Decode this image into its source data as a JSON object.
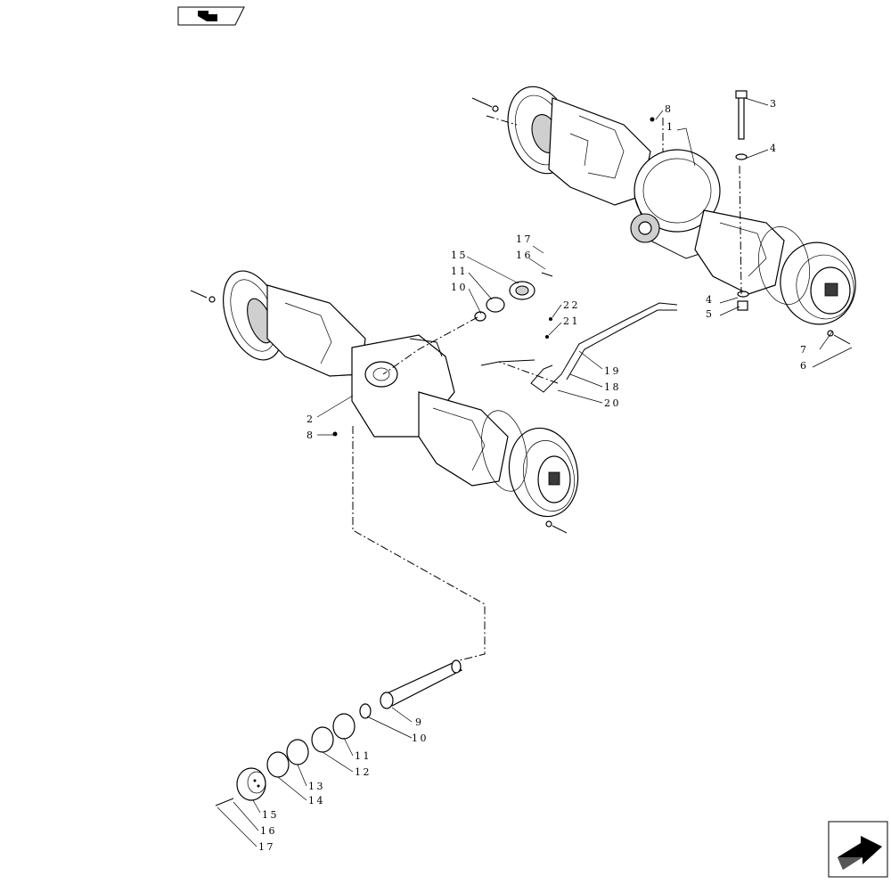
{
  "callouts": {
    "c1": "1",
    "c2": "2",
    "c3": "3",
    "c4a": "4",
    "c4b": "4",
    "c5": "5",
    "c6": "6",
    "c7": "7",
    "c8a": "8",
    "c8b": "8",
    "c9": "9",
    "c10a": "10",
    "c10b": "10",
    "c11a": "11",
    "c11b": "11",
    "c12": "12",
    "c13": "13",
    "c14": "14",
    "c15a": "15",
    "c15b": "15",
    "c16a": "16",
    "c16b": "16",
    "c17a": "17",
    "c17b": "17",
    "c18": "18",
    "c19": "19",
    "c20": "20",
    "c21": "21",
    "c22": "22"
  },
  "icons": {
    "top_left": "previous-page-icon",
    "bottom_right": "next-page-icon"
  }
}
